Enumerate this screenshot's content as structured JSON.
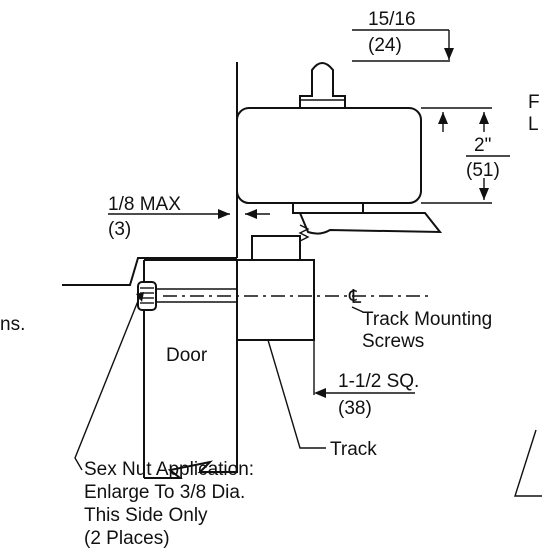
{
  "labels": {
    "dim_top_frac": "15/16",
    "dim_top_mm": "(24)",
    "dim_height_in": "2\"",
    "dim_height_mm": "(51)",
    "dim_gap_frac": "1/8 MAX",
    "dim_gap_mm": "(3)",
    "centerline_symbol": "℄",
    "track_mounting_line1": "Track Mounting",
    "track_mounting_line2": "Screws",
    "door": "Door",
    "dim_sq_in": "1-1/2 SQ.",
    "dim_sq_mm": "(38)",
    "track": "Track",
    "nut_line1": "Sex Nut Application:",
    "nut_line2": "Enlarge To 3/8 Dia.",
    "nut_line3": "This Side Only",
    "nut_line4": "(2 Places)",
    "cut_left": "ns.",
    "cut_right_top": "F",
    "cut_right_bottom": "L"
  }
}
